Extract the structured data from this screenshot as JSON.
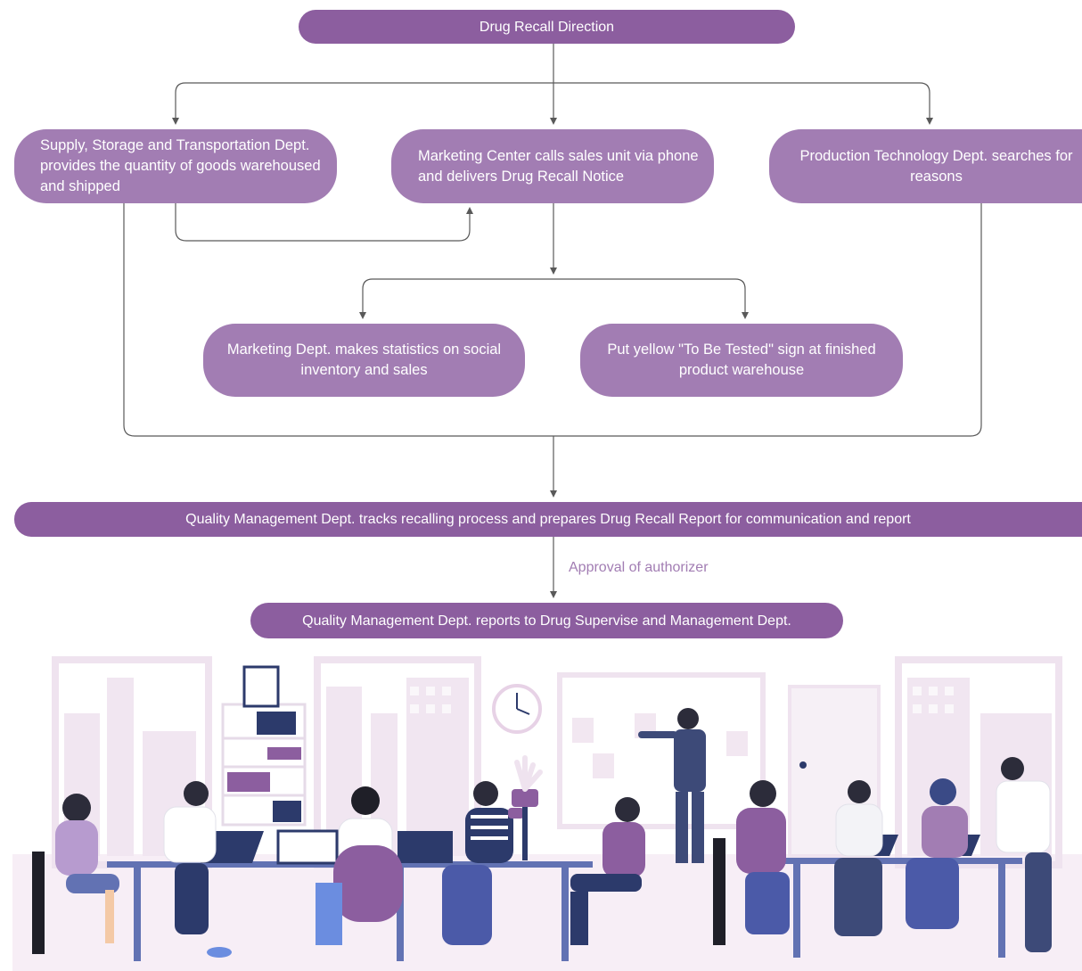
{
  "nodes": {
    "top": "Drug Recall Direction",
    "supply": "Supply, Storage and Transportation Dept. provides the quantity of goods warehoused and shipped",
    "marketing_center": "Marketing Center calls sales unit via phone and delivers Drug Recall Notice",
    "production": "Production Technology Dept. searches for reasons",
    "marketing_stats": "Marketing Dept. makes statistics on social inventory and sales",
    "yellow_sign": "Put yellow \"To Be Tested\" sign at finished product warehouse",
    "quality_tracking": "Quality Management Dept. tracks recalling process and prepares Drug Recall Report for communication and report",
    "quality_report": "Quality Management Dept. reports to Drug Supervise and Management Dept."
  },
  "edge_labels": {
    "approval": "Approval of authorizer"
  },
  "colors": {
    "node_dark": "#8c5e9f",
    "node_light": "#a27db3",
    "connector": "#595959",
    "illustration_bg": "#f7eef6",
    "accent_navy": "#2c3a6b"
  }
}
